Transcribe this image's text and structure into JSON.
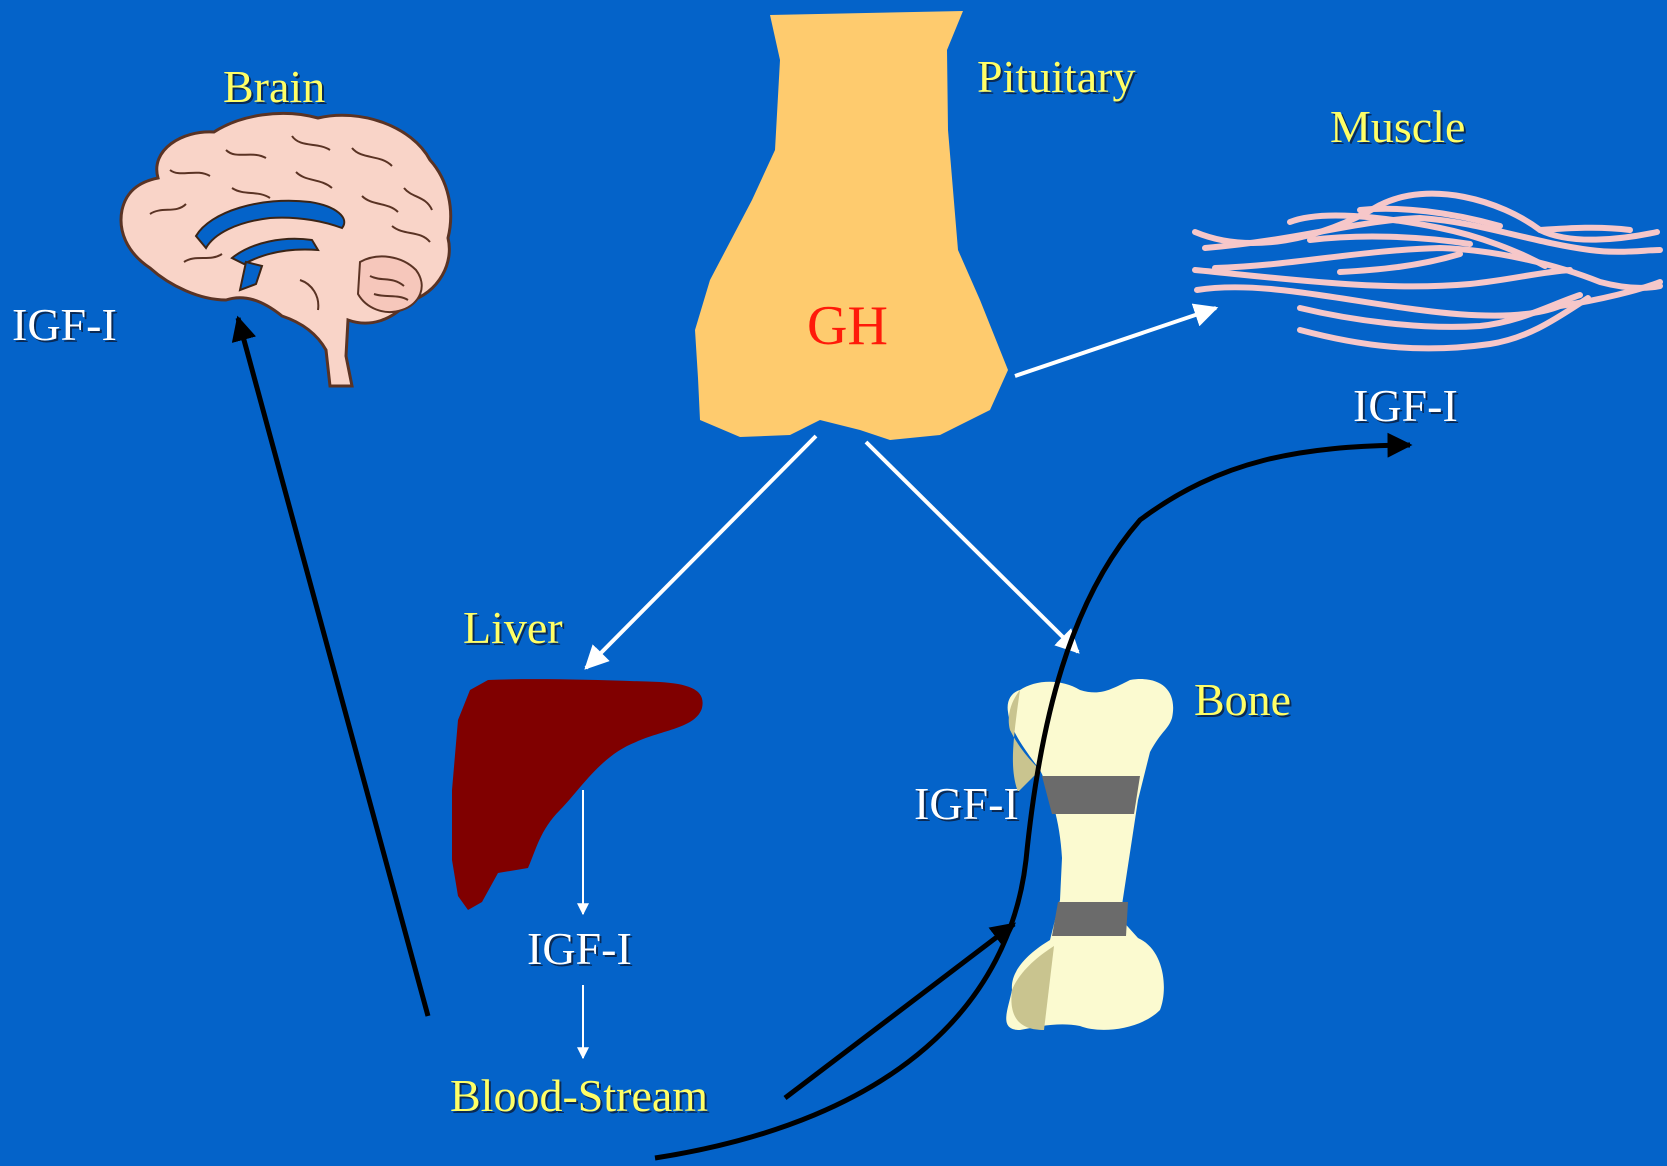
{
  "labels": {
    "brain": "Brain",
    "pituitary": "Pituitary",
    "muscle": "Muscle",
    "liver": "Liver",
    "bone": "Bone",
    "gh": "GH",
    "igf_brain": "IGF-I",
    "igf_muscle": "IGF-I",
    "igf_bone": "IGF-I",
    "igf_liver": "IGF-I",
    "bloodstream": "Blood-Stream"
  },
  "colors": {
    "background": "#0463c9",
    "organ_label": "#ffff66",
    "igf_label": "#ffffff",
    "gh_label": "#ff1a0a",
    "pituitary_fill": "#fecb6e",
    "liver_fill": "#800000",
    "brain_fill": "#f9d4c8",
    "muscle_stroke": "#f6c7c9",
    "bone_fill": "#fbfad0",
    "bone_band": "#6b6b6b",
    "gh_arrows": "#ffffff",
    "igf_pathways": "#000000"
  }
}
